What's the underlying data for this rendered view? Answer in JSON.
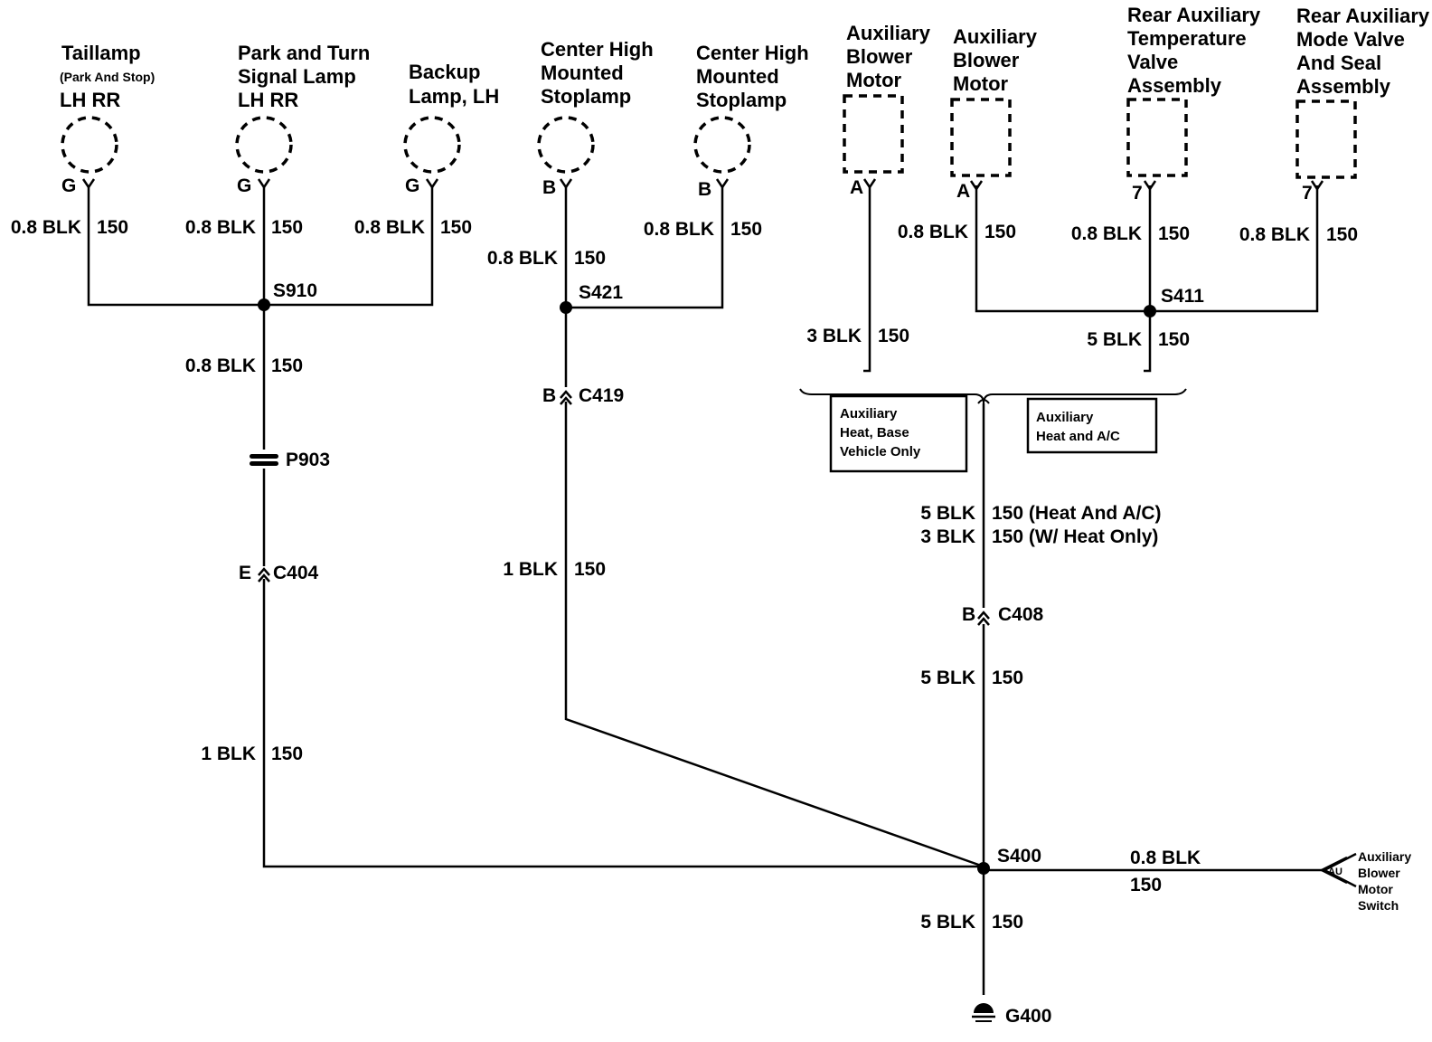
{
  "components": {
    "taillamp": {
      "title": "Taillamp",
      "sub": "(Park And Stop)",
      "loc": "LH RR",
      "pin": "G",
      "wire": "0.8 BLK",
      "circuit": "150"
    },
    "park_turn": {
      "line1": "Park and Turn",
      "line2": "Signal Lamp",
      "loc": "LH RR",
      "pin": "G",
      "wire": "0.8 BLK",
      "circuit": "150"
    },
    "backup": {
      "line1": "Backup",
      "line2": "Lamp, LH",
      "pin": "G",
      "wire": "0.8 BLK",
      "circuit": "150"
    },
    "chmsl_1": {
      "line1": "Center High",
      "line2": "Mounted",
      "line3": "Stoplamp",
      "pin": "B",
      "wire": "0.8 BLK",
      "circuit": "150"
    },
    "chmsl_2": {
      "line1": "Center High",
      "line2": "Mounted",
      "line3": "Stoplamp",
      "pin": "B",
      "wire": "0.8 BLK",
      "circuit": "150"
    },
    "aux_blower_1": {
      "line1": "Auxiliary",
      "line2": "Blower",
      "line3": "Motor",
      "pin": "A",
      "wire": "3 BLK",
      "circuit": "150"
    },
    "aux_blower_2": {
      "line1": "Auxiliary",
      "line2": "Blower",
      "line3": "Motor",
      "pin": "A",
      "wire": "0.8 BLK",
      "circuit": "150"
    },
    "rear_temp_valve": {
      "line1": "Rear Auxiliary",
      "line2": "Temperature",
      "line3": "Valve",
      "line4": "Assembly",
      "pin": "7",
      "wire": "0.8 BLK",
      "circuit": "150"
    },
    "rear_mode_valve": {
      "line1": "Rear Auxiliary",
      "line2": "Mode Valve",
      "line3": "And Seal",
      "line4": "Assembly",
      "pin": "7",
      "wire": "0.8 BLK",
      "circuit": "150"
    },
    "aux_blower_switch": {
      "line1": "Auxiliary",
      "line2": "Blower",
      "line3": "Motor",
      "line4": "Switch",
      "code": "AU",
      "wire": "0.8 BLK",
      "circuit": "150"
    }
  },
  "splices": {
    "s910": "S910",
    "s421": "S421",
    "s411": "S411",
    "s400": "S400"
  },
  "connectors": {
    "c419": {
      "pin": "B",
      "name": "C419"
    },
    "c404": {
      "pin": "E",
      "name": "C404"
    },
    "c408": {
      "pin": "B",
      "name": "C408"
    },
    "p903": "P903"
  },
  "ground": "G400",
  "options": {
    "base": [
      "Auxiliary",
      "Heat, Base",
      "Vehicle Only"
    ],
    "heat_ac": [
      "Auxiliary",
      "Heat and A/C"
    ]
  },
  "wires": {
    "s910_down": {
      "gauge": "0.8 BLK",
      "circuit": "150"
    },
    "c404_down": {
      "gauge": "1 BLK",
      "circuit": "150"
    },
    "s421_down": {
      "gauge": "1 BLK",
      "circuit": "150"
    },
    "s411_down": {
      "gauge": "5 BLK",
      "circuit": "150"
    },
    "aux_main_1": {
      "gauge": "5 BLK",
      "circuit": "150 (Heat And A/C)"
    },
    "aux_main_2": {
      "gauge": "3 BLK",
      "circuit": "150 (W/ Heat Only)"
    },
    "c408_down": {
      "gauge": "5 BLK",
      "circuit": "150"
    },
    "s400_ground": {
      "gauge": "5 BLK",
      "circuit": "150"
    }
  }
}
